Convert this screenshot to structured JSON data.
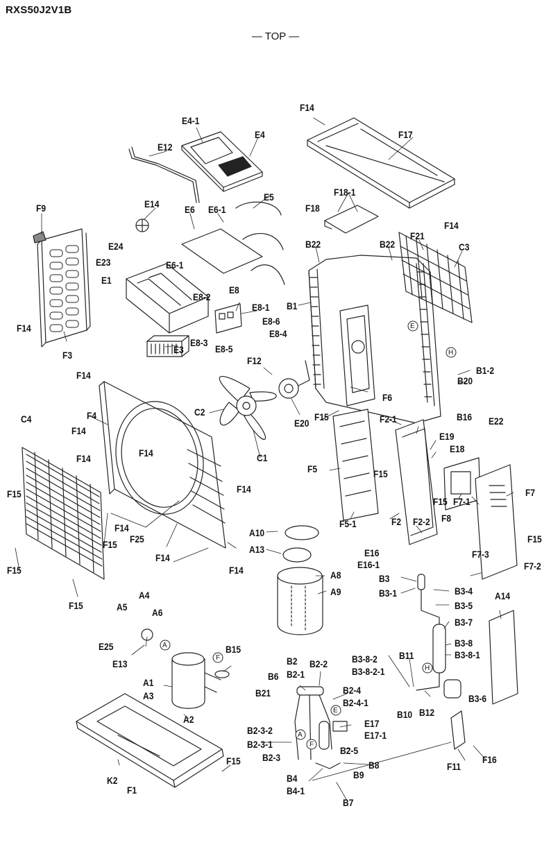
{
  "header": {
    "model": "RXS50J2V1B",
    "orientation": "— TOP —"
  },
  "labels": [
    "E4-1",
    "E4",
    "F14",
    "F17",
    "E12",
    "E5",
    "F18-1",
    "F18",
    "F14",
    "F9",
    "E14",
    "E6",
    "E6-1",
    "B22",
    "B22",
    "F21",
    "C3",
    "E24",
    "E23",
    "E6-1",
    "E1",
    "E8",
    "E8-2",
    "E8-1",
    "E8-6",
    "E8-4",
    "E8-3",
    "E8-5",
    "B1",
    "F14",
    "E3",
    "F3",
    "B1-2",
    "B20",
    "F12",
    "F14",
    "F4",
    "C2",
    "E20",
    "F6",
    "F15",
    "B16",
    "E22",
    "F2-1",
    "E19",
    "E18",
    "C4",
    "F14",
    "F14",
    "F5",
    "F15",
    "F15",
    "F7",
    "F14",
    "C1",
    "F14",
    "F15",
    "F25",
    "F14",
    "F15",
    "F8",
    "F7-1",
    "F2",
    "F5-1",
    "F2-2",
    "F15",
    "F14",
    "A10",
    "A13",
    "F14",
    "E16",
    "E16-1",
    "F7-3",
    "F7-2",
    "A8",
    "A9",
    "F15",
    "B3",
    "B3-1",
    "B3-4",
    "B3-5",
    "B3-7",
    "A14",
    "F15",
    "A4",
    "A5",
    "A6",
    "B3-8",
    "B3-8-1",
    "E25",
    "B15",
    "B2",
    "B2-2",
    "B3-8-2",
    "B3-8-2-1",
    "B11",
    "E13",
    "A1",
    "B6",
    "B2-1",
    "A3",
    "B21",
    "B2-4",
    "B2-4-1",
    "B10",
    "B12",
    "B3-6",
    "A2",
    "E17",
    "E17-1",
    "B2-3-2",
    "B2-3-1",
    "B2-3",
    "B2-5",
    "F11",
    "F16",
    "F15",
    "B8",
    "K2",
    "F1",
    "B4",
    "B9",
    "B4-1",
    "B7"
  ],
  "markers": [
    "E",
    "H",
    "A",
    "F",
    "E",
    "A",
    "F",
    "H"
  ]
}
